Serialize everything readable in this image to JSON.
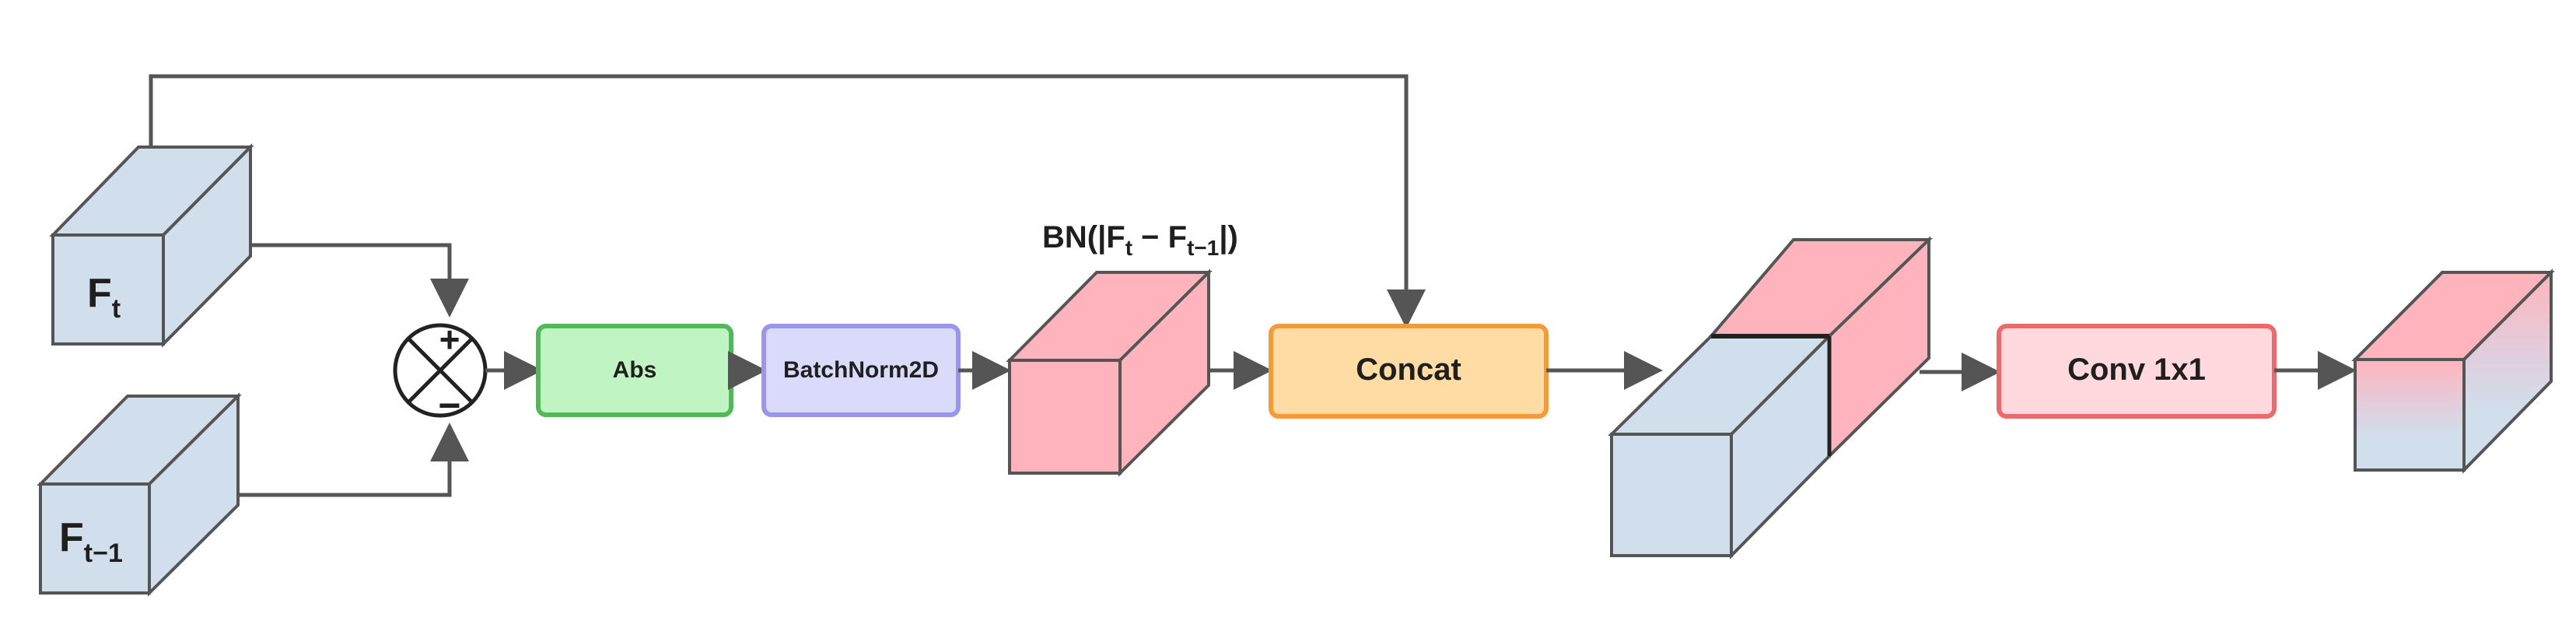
{
  "tensors": {
    "ft": {
      "base": "F",
      "sub": "t"
    },
    "ft1": {
      "base": "F",
      "sub": "t−1"
    },
    "bn_caption": {
      "pre": "BN(|F",
      "sub1": "t",
      "mid": " − F",
      "sub2": "t−1",
      "post": "|)"
    }
  },
  "ops": {
    "plus": "+",
    "minus": "−"
  },
  "blocks": {
    "abs": "Abs",
    "batchnorm": "BatchNorm2D",
    "concat": "Concat",
    "conv": "Conv 1x1"
  },
  "colors": {
    "blue_face": "#d1deeb",
    "blue_side": "#d1deeb",
    "pink_face": "#ffb4bd",
    "stroke": "#555555",
    "abs_fill": "#c1f4c3",
    "abs_stroke": "#52b95a",
    "bn_fill": "#dadafb",
    "bn_stroke": "#9a96ee",
    "concat_fill": "#ffdca4",
    "concat_stroke": "#f59a38",
    "conv_fill": "#ffd9de",
    "conv_stroke": "#ec6a6a"
  }
}
